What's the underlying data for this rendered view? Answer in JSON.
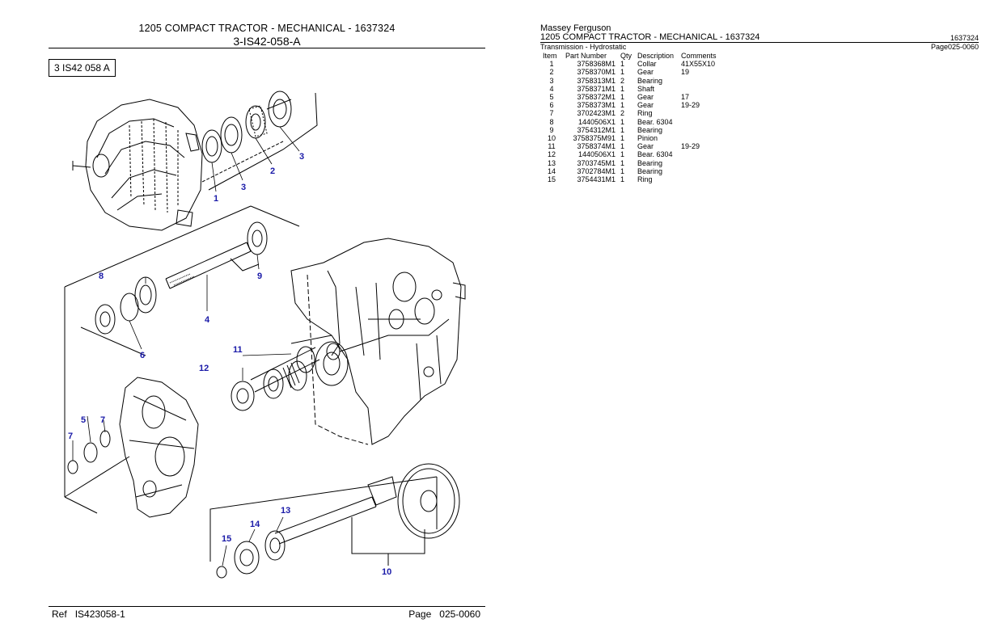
{
  "left": {
    "title": "1205   COMPACT TRACTOR  -  MECHANICAL - 1637324",
    "code": "3-IS42-058-A",
    "figure_label": "3 IS42 058 A",
    "callouts": [
      "1",
      "2",
      "3",
      "3",
      "4",
      "5",
      "6",
      "7",
      "7",
      "8",
      "9",
      "10",
      "11",
      "12",
      "13",
      "14",
      "15"
    ],
    "footer_ref_label": "Ref",
    "footer_ref": "IS423058-1",
    "footer_page_label": "Page",
    "footer_page": "025-0060"
  },
  "right": {
    "brand": "Massey Ferguson",
    "model_title": "1205   COMPACT TRACTOR  -  MECHANICAL - 1637324",
    "model_number": "1637324",
    "section": "Transmission - Hydrostatic",
    "page_ref": "Page025-0060",
    "columns": [
      "Item",
      "Part Number",
      "Qty",
      "Description",
      "Comments"
    ],
    "parts": [
      {
        "item": "1",
        "part": "3758368M1",
        "qty": "1",
        "desc": "Collar",
        "comments": "41X55X10"
      },
      {
        "item": "2",
        "part": "3758370M1",
        "qty": "1",
        "desc": "Gear",
        "comments": "19"
      },
      {
        "item": "3",
        "part": "3758313M1",
        "qty": "2",
        "desc": "Bearing",
        "comments": ""
      },
      {
        "item": "4",
        "part": "3758371M1",
        "qty": "1",
        "desc": "Shaft",
        "comments": ""
      },
      {
        "item": "5",
        "part": "3758372M1",
        "qty": "1",
        "desc": "Gear",
        "comments": "17"
      },
      {
        "item": "6",
        "part": "3758373M1",
        "qty": "1",
        "desc": "Gear",
        "comments": "19-29"
      },
      {
        "item": "7",
        "part": "3702423M1",
        "qty": "2",
        "desc": "Ring",
        "comments": ""
      },
      {
        "item": "8",
        "part": "1440506X1",
        "qty": "1",
        "desc": "Bear. 6304",
        "comments": ""
      },
      {
        "item": "9",
        "part": "3754312M1",
        "qty": "1",
        "desc": "Bearing",
        "comments": ""
      },
      {
        "item": "10",
        "part": "3758375M91",
        "qty": "1",
        "desc": "Pinion",
        "comments": ""
      },
      {
        "item": "11",
        "part": "3758374M1",
        "qty": "1",
        "desc": "Gear",
        "comments": "19-29"
      },
      {
        "item": "12",
        "part": "1440506X1",
        "qty": "1",
        "desc": "Bear. 6304",
        "comments": ""
      },
      {
        "item": "13",
        "part": "3703745M1",
        "qty": "1",
        "desc": "Bearing",
        "comments": ""
      },
      {
        "item": "14",
        "part": "3702784M1",
        "qty": "1",
        "desc": "Bearing",
        "comments": ""
      },
      {
        "item": "15",
        "part": "3754431M1",
        "qty": "1",
        "desc": "Ring",
        "comments": ""
      }
    ]
  }
}
